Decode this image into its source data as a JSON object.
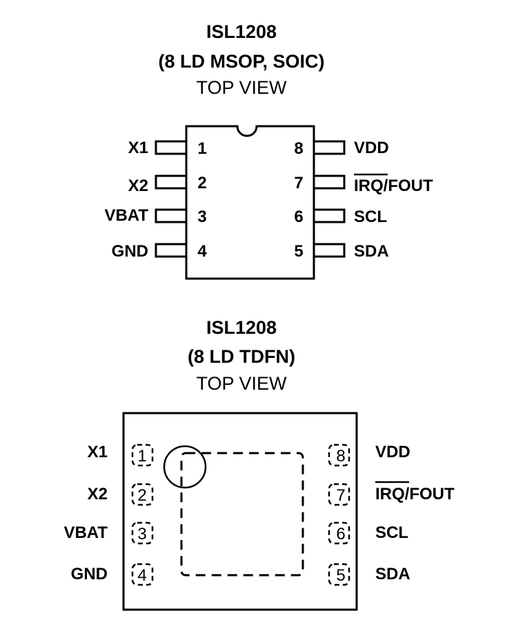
{
  "msop": {
    "title": "ISL1208",
    "package": "(8 LD MSOP, SOIC)",
    "view": "TOP VIEW",
    "left_pins": [
      {
        "label": "X1",
        "number": "1"
      },
      {
        "label": "X2",
        "number": "2"
      },
      {
        "label": "VBAT",
        "number": "3"
      },
      {
        "label": "GND",
        "number": "4"
      }
    ],
    "right_pins": [
      {
        "label": "VDD",
        "number": "8"
      },
      {
        "label": "IRQ/FOUT",
        "number": "7"
      },
      {
        "label": "SCL",
        "number": "6"
      },
      {
        "label": "SDA",
        "number": "5"
      }
    ]
  },
  "tdfn": {
    "title": "ISL1208",
    "package": "(8 LD TDFN)",
    "view": "TOP VIEW",
    "left_pins": [
      {
        "label": "X1",
        "number": "1"
      },
      {
        "label": "X2",
        "number": "2"
      },
      {
        "label": "VBAT",
        "number": "3"
      },
      {
        "label": "GND",
        "number": "4"
      }
    ],
    "right_pins": [
      {
        "label": "VDD",
        "number": "8"
      },
      {
        "label": "IRQ/FOUT",
        "number": "7"
      },
      {
        "label": "SCL",
        "number": "6"
      },
      {
        "label": "SDA",
        "number": "5"
      }
    ]
  }
}
